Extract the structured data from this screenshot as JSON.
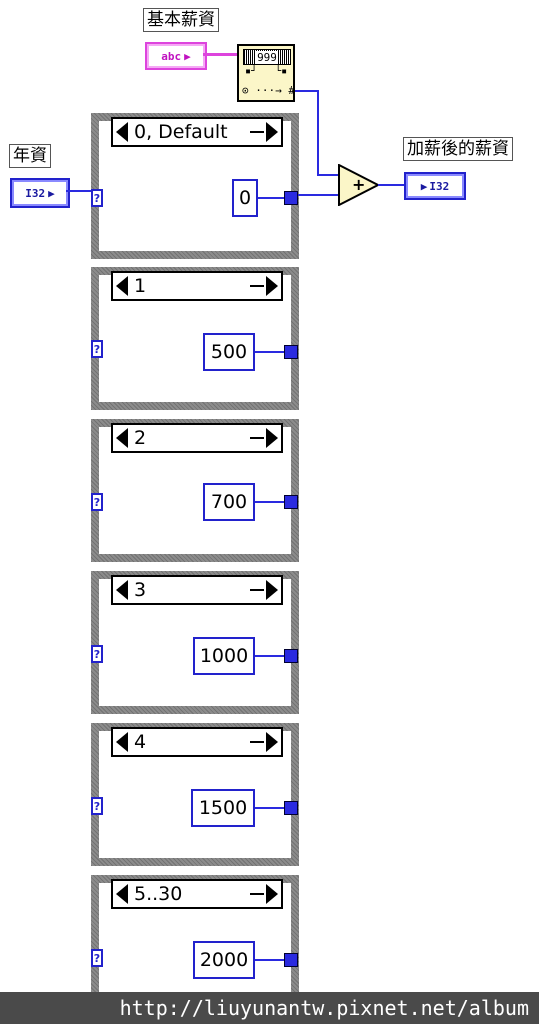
{
  "labels": {
    "base_salary": "基本薪資",
    "years": "年資",
    "raised_salary": "加薪後的薪資"
  },
  "terminals": {
    "years_type": "I32",
    "base_type": "abc",
    "result_type": "I32"
  },
  "format_node": {
    "format_text": "999",
    "arrow_text": "⊙ ···→ #"
  },
  "add_node": {
    "symbol": "+"
  },
  "case_structure": {
    "selector_glyph": "?",
    "cases": [
      {
        "label": "0, Default",
        "value": "0"
      },
      {
        "label": "1",
        "value": "500"
      },
      {
        "label": "2",
        "value": "700"
      },
      {
        "label": "3",
        "value": "1000"
      },
      {
        "label": "4",
        "value": "1500"
      },
      {
        "label": "5..30",
        "value": "2000"
      }
    ]
  },
  "watermark": "http://liuyunantw.pixnet.net/album",
  "colors": {
    "int_wire": "#2a2ae0",
    "string_wire": "#dd44dd",
    "case_border": "#8c8c8c"
  }
}
